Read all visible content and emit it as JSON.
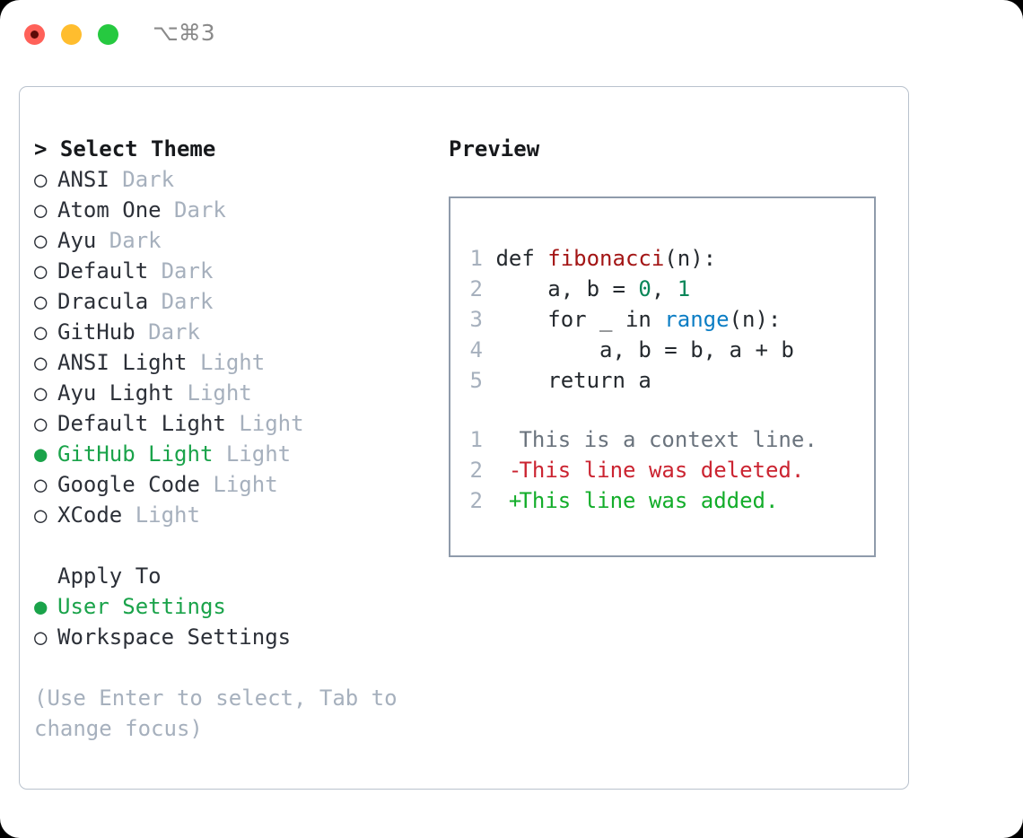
{
  "window": {
    "shortcut_label": "⌥⌘3",
    "traffic_lights": [
      {
        "name": "close",
        "color": "#ff6159"
      },
      {
        "name": "minimize",
        "color": "#ffbd2e"
      },
      {
        "name": "zoom",
        "color": "#26c940"
      }
    ]
  },
  "theme_picker": {
    "header": "Select Theme",
    "prompt": "> ",
    "selected_bullet": "●",
    "unselected_bullet": "○",
    "items": [
      {
        "name": "ANSI",
        "variant": "Dark",
        "selected": false
      },
      {
        "name": "Atom One",
        "variant": "Dark",
        "selected": false
      },
      {
        "name": "Ayu",
        "variant": "Dark",
        "selected": false
      },
      {
        "name": "Default",
        "variant": "Dark",
        "selected": false
      },
      {
        "name": "Dracula",
        "variant": "Dark",
        "selected": false
      },
      {
        "name": "GitHub",
        "variant": "Dark",
        "selected": false
      },
      {
        "name": "ANSI Light",
        "variant": "Light",
        "selected": false
      },
      {
        "name": "Ayu Light",
        "variant": "Light",
        "selected": false
      },
      {
        "name": "Default Light",
        "variant": "Light",
        "selected": false
      },
      {
        "name": "GitHub Light",
        "variant": "Light",
        "selected": true
      },
      {
        "name": "Google Code",
        "variant": "Light",
        "selected": false
      },
      {
        "name": "XCode",
        "variant": "Light",
        "selected": false
      }
    ]
  },
  "apply_to": {
    "header": "Apply To",
    "items": [
      {
        "name": "User Settings",
        "selected": true
      },
      {
        "name": "Workspace Settings",
        "selected": false
      }
    ]
  },
  "hint": "(Use Enter to select, Tab to change focus)",
  "preview": {
    "title": "Preview",
    "code_lines": [
      {
        "number": "1",
        "tokens": [
          {
            "text": "def ",
            "kind": "plain"
          },
          {
            "text": "fibonacci",
            "kind": "fn"
          },
          {
            "text": "(n):",
            "kind": "plain"
          }
        ]
      },
      {
        "number": "2",
        "tokens": [
          {
            "text": "    a, b = ",
            "kind": "plain"
          },
          {
            "text": "0",
            "kind": "num"
          },
          {
            "text": ", ",
            "kind": "plain"
          },
          {
            "text": "1",
            "kind": "num"
          }
        ]
      },
      {
        "number": "3",
        "tokens": [
          {
            "text": "    for _ in ",
            "kind": "plain"
          },
          {
            "text": "range",
            "kind": "call"
          },
          {
            "text": "(n):",
            "kind": "plain"
          }
        ]
      },
      {
        "number": "4",
        "tokens": [
          {
            "text": "        a, b = b, a + b",
            "kind": "plain"
          }
        ]
      },
      {
        "number": "5",
        "tokens": [
          {
            "text": "    return a",
            "kind": "plain"
          }
        ]
      }
    ],
    "diff_lines": [
      {
        "number": "1",
        "marker": " ",
        "text": "This is a context line.",
        "kind": "context"
      },
      {
        "number": "2",
        "marker": "-",
        "text": "This line was deleted.",
        "kind": "deleted"
      },
      {
        "number": "2",
        "marker": "+",
        "text": "This line was added.",
        "kind": "added"
      }
    ]
  },
  "colors": {
    "selected_green": "#1aa34a",
    "variant_gray": "#a6b0bd",
    "hint_gray": "#a6b0bd",
    "panel_border": "#b9c2cd",
    "preview_border": "#8f9bab",
    "diff_added": "#13ad2a",
    "diff_deleted": "#cb2431",
    "diff_context": "#6a737d",
    "code_function": "#a31515",
    "code_number": "#098658",
    "code_call": "#0b7dc4"
  }
}
